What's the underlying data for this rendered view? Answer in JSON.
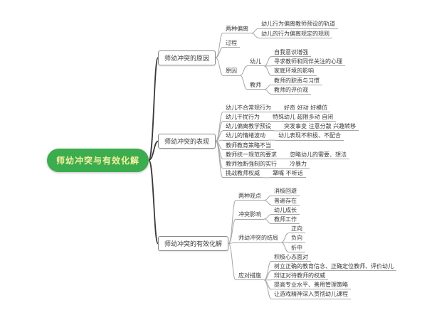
{
  "colors": {
    "root_bg": "#3cad4e",
    "root_text": "#f7f0a0",
    "line": "#a8a8a8",
    "box_border": "#8c8c8c",
    "text": "#3c3c3c",
    "root_line": "#3a3a3a"
  },
  "tree": {
    "label": "师幼冲突与有效化解",
    "children": [
      {
        "label": "师幼冲突的原因",
        "children": [
          {
            "label": "两种偏离",
            "children": [
              {
                "label": "幼儿行为偏离教师预设的轨道"
              },
              {
                "label": "幼儿的行为偏离规定的规则"
              }
            ]
          },
          {
            "label": "过程"
          },
          {
            "label": "原因",
            "children": [
              {
                "label": "幼儿",
                "children": [
                  {
                    "label": "自我意识增强"
                  },
                  {
                    "label": "寻求教师和同伴关注的心理"
                  },
                  {
                    "label": "家庭环境的影响"
                  }
                ]
              },
              {
                "label": "教师",
                "children": [
                  {
                    "label": "教师的职责与习惯"
                  },
                  {
                    "label": "教师的评价观"
                  }
                ]
              }
            ]
          }
        ]
      },
      {
        "label": "师幼冲突的表现",
        "children": [
          {
            "label": "幼儿不合常规行为",
            "children": [
              {
                "label": "好奇 好动 好模仿"
              }
            ]
          },
          {
            "label": "幼儿干扰行为",
            "children": [
              {
                "label": "特殊幼儿 超限多动 自闭"
              }
            ]
          },
          {
            "label": "幼儿偏离教学预设",
            "children": [
              {
                "label": "突发事变 注意分散 兴趣转移"
              }
            ]
          },
          {
            "label": "幼儿的情绪波动",
            "children": [
              {
                "label": "幼儿表现不积极、不配合"
              }
            ]
          },
          {
            "label": "教师教育策略不当"
          },
          {
            "label": "教师统一规范的要求",
            "children": [
              {
                "label": "忽略幼儿的需要、想法"
              }
            ]
          },
          {
            "label": "教师独断强制的实行",
            "children": [
              {
                "label": "冷暴力"
              }
            ]
          },
          {
            "label": "挑战教师权威",
            "children": [
              {
                "label": "犟嘴 不听话"
              }
            ]
          }
        ]
      },
      {
        "label": "师幼冲突的有效化解",
        "children": [
          {
            "label": "两种观点",
            "children": [
              {
                "label": "消极回避"
              },
              {
                "label": "普遍存在"
              }
            ]
          },
          {
            "label": "冲突影响",
            "children": [
              {
                "label": "幼儿成长"
              },
              {
                "label": "教师工作"
              }
            ]
          },
          {
            "label": "师幼冲突的结局",
            "children": [
              {
                "label": "正向"
              },
              {
                "label": "负向"
              },
              {
                "label": "折中"
              }
            ]
          },
          {
            "label": "应对措施",
            "children": [
              {
                "label": "积极心态面对"
              },
              {
                "label": "树立正确的教育信念、正确定位教师、评价幼儿"
              },
              {
                "label": "辩证对待教师的权威"
              },
              {
                "label": "提高专业水平、善用管理策略"
              },
              {
                "label": "让游戏精神深入贯彻幼儿课程"
              }
            ]
          }
        ]
      }
    ]
  }
}
